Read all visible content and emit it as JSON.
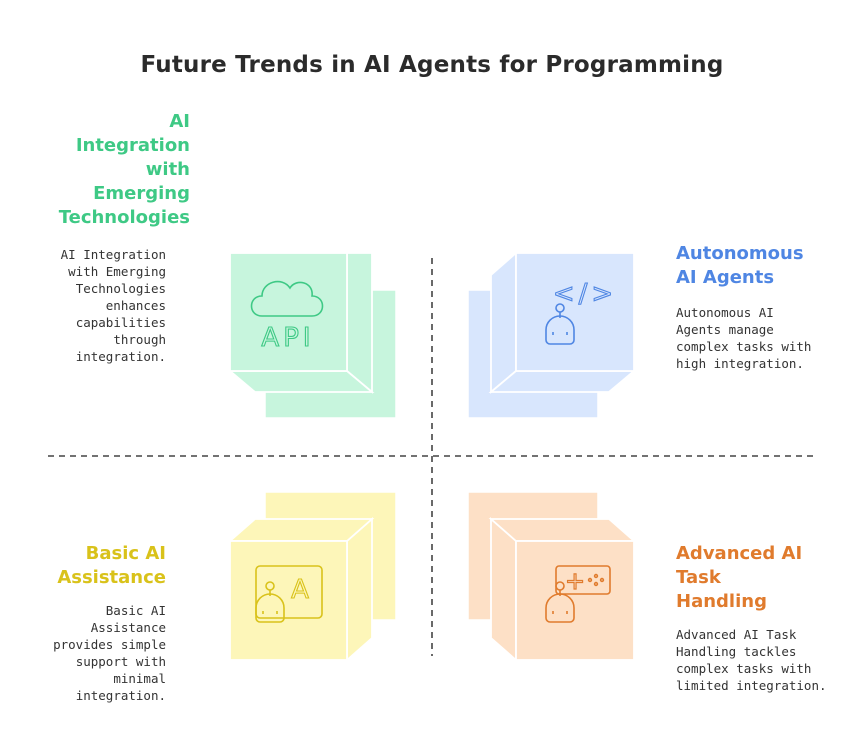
{
  "title": "Future Trends in AI Agents for Programming",
  "quadrants": {
    "top_left": {
      "heading": "AI\nIntegration\nwith\nEmerging\nTechnologies",
      "description": "AI Integration\nwith Emerging\nTechnologies\nenhances\ncapabilities\nthrough\nintegration.",
      "icon_text": "API",
      "color": "#3ec985",
      "fill": "#c7f5dd",
      "icon": "cloud-api-icon"
    },
    "top_right": {
      "heading": "Autonomous\nAI Agents",
      "description": "Autonomous AI\nAgents manage\ncomplex tasks with\nhigh integration.",
      "icon_text": "</>",
      "color": "#4f86e3",
      "fill": "#d8e6fd",
      "icon": "robot-code-icon"
    },
    "bottom_left": {
      "heading": "Basic AI\nAssistance",
      "description": "Basic AI\nAssistance\nprovides simple\nsupport with\nminimal\nintegration.",
      "icon_text": "A",
      "color": "#d9c21a",
      "fill": "#fdf6b9",
      "icon": "robot-assistant-icon"
    },
    "bottom_right": {
      "heading": "Advanced AI\nTask\nHandling",
      "description": "Advanced AI Task\nHandling tackles\ncomplex tasks with\nlimited integration.",
      "icon_text": "+",
      "color": "#e07b2d",
      "fill": "#fde0c6",
      "icon": "robot-gamepad-icon"
    }
  }
}
